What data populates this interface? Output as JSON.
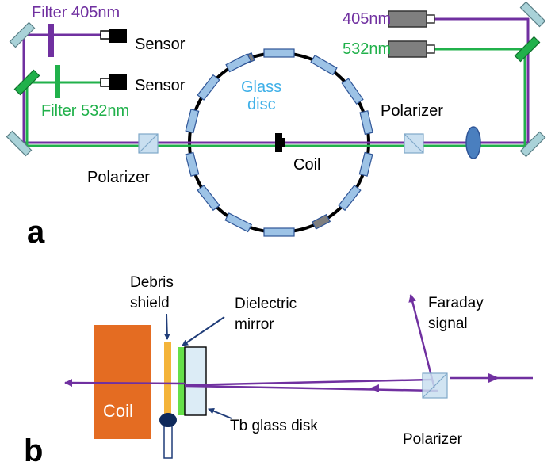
{
  "colors": {
    "violet": "#7030a0",
    "green": "#21b14b",
    "glass": "#9dc3e6",
    "glass_label": "#3fb0e8",
    "glass_edge": "#2f5597",
    "dark_blue": "#1f3c78",
    "coil_orange": "#e46c22",
    "shield_yellow": "#f4b43a",
    "mirror_green": "#66e04a",
    "disk_fill": "#dcecf6",
    "mirror_tile": "#a9d2d8",
    "gray": "#7f7f7f",
    "black": "#000000"
  },
  "panel_a": {
    "panel_label": "a",
    "filter_405": "Filter 405nm",
    "filter_532": "Filter 532nm",
    "sensor_top": "Sensor",
    "sensor_bottom": "Sensor",
    "laser_405": "405nm",
    "laser_532": "532nm",
    "glass_disc_line1": "Glass",
    "glass_disc_line2": "disc",
    "polarizer_left": "Polarizer",
    "polarizer_right": "Polarizer",
    "coil": "Coil"
  },
  "panel_b": {
    "panel_label": "b",
    "debris_line1": "Debris",
    "debris_line2": "shield",
    "dielectric_line1": "Dielectric",
    "dielectric_line2": "mirror",
    "faraday_line1": "Faraday",
    "faraday_line2": "signal",
    "coil": "Coil",
    "tb_disk": "Tb glass disk",
    "polarizer": "Polarizer"
  }
}
